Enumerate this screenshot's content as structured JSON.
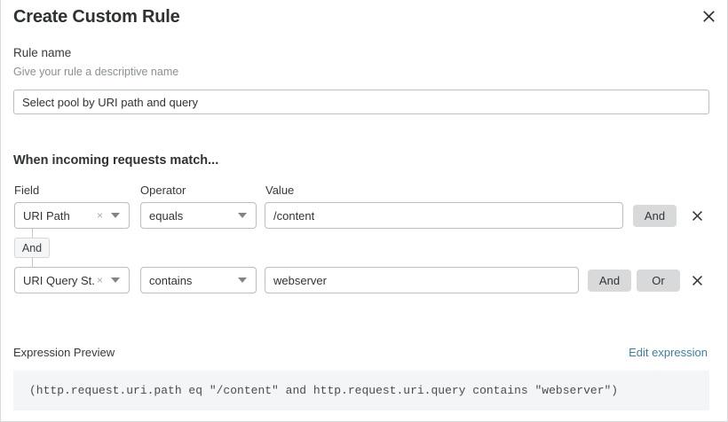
{
  "dialog": {
    "title": "Create Custom Rule",
    "close_icon": "close-icon"
  },
  "rule_name": {
    "label": "Rule name",
    "hint": "Give your rule a descriptive name",
    "value": "Select pool by URI path and query",
    "placeholder": "Select pool by URI path and query"
  },
  "conditions": {
    "heading": "When incoming requests match...",
    "columns": {
      "field": "Field",
      "operator": "Operator",
      "value": "Value"
    },
    "connector": "And",
    "rows": [
      {
        "field": "URI Path",
        "clear": "×",
        "operator": "equals",
        "value": "/content",
        "and_label": "And",
        "or_label": null
      },
      {
        "field": "URI Query St...",
        "clear": "×",
        "operator": "contains",
        "value": "webserver",
        "and_label": "And",
        "or_label": "Or"
      }
    ]
  },
  "expression": {
    "label": "Expression Preview",
    "edit_link": "Edit expression",
    "code": "(http.request.uri.path eq \"/content\" and http.request.uri.query contains \"webserver\")"
  },
  "colors": {
    "link": "#3c7ea8",
    "button_grey": "#d7d9da",
    "code_bg": "#f4f5f6",
    "border": "#babec2"
  }
}
